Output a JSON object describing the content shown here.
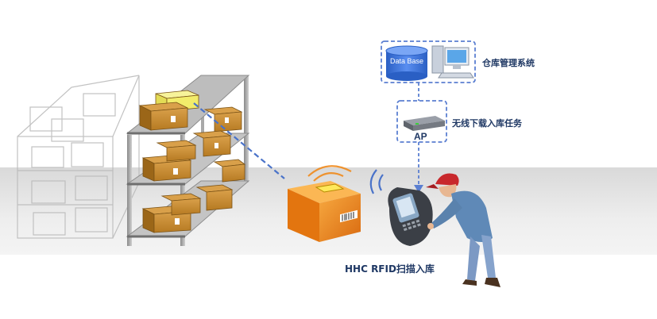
{
  "diagram": {
    "database_label": "Data Base",
    "warehouse_system_label": "仓库管理系统",
    "wireless_task_label": "无线下载入库任务",
    "ap_label": "AP",
    "caption": "HHC RFID扫描入库"
  },
  "icons": {
    "database": "database-cylinder-icon",
    "computer": "desktop-computer-icon",
    "access_point": "wireless-access-point-icon",
    "rfid_box": "rfid-tagged-box-icon",
    "handheld": "handheld-rfid-reader-icon",
    "worker": "warehouse-worker-icon"
  },
  "colors": {
    "database_blue": "#3a72d8",
    "dashed_line_blue": "#4a73c9",
    "label_navy": "#1f3864",
    "box_brown": "#b07a2a",
    "box_highlight_yellow": "#f2ec6a",
    "rfid_box_orange": "#f08a1c",
    "floor_gray": "#dcdcdc"
  }
}
